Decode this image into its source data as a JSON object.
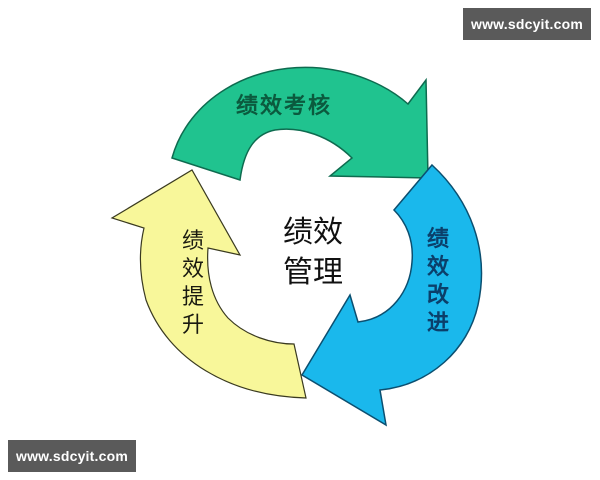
{
  "watermarks": {
    "top_right": "www.sdcyit.com",
    "bottom_left": "www.sdcyit.com"
  },
  "diagram": {
    "center": {
      "line1": "绩效",
      "line2": "管理"
    },
    "arrows": [
      {
        "id": "green",
        "label": "绩效考核",
        "chars": [
          "绩",
          "效",
          "考",
          "核"
        ],
        "fill": "#20c38f",
        "stroke": "#0e6b4f",
        "text_color": "#0b5a3e"
      },
      {
        "id": "blue",
        "label": "绩效改进",
        "chars": [
          "绩",
          "效",
          "改",
          "进"
        ],
        "fill": "#1ab8ec",
        "stroke": "#0b4f70",
        "text_color": "#0b3f6a"
      },
      {
        "id": "yellow",
        "label": "绩效提升",
        "chars": [
          "绩",
          "效",
          "提",
          "升"
        ],
        "fill": "#f8f79a",
        "stroke": "#3a3a20",
        "text_color": "#1a1a10"
      }
    ]
  }
}
